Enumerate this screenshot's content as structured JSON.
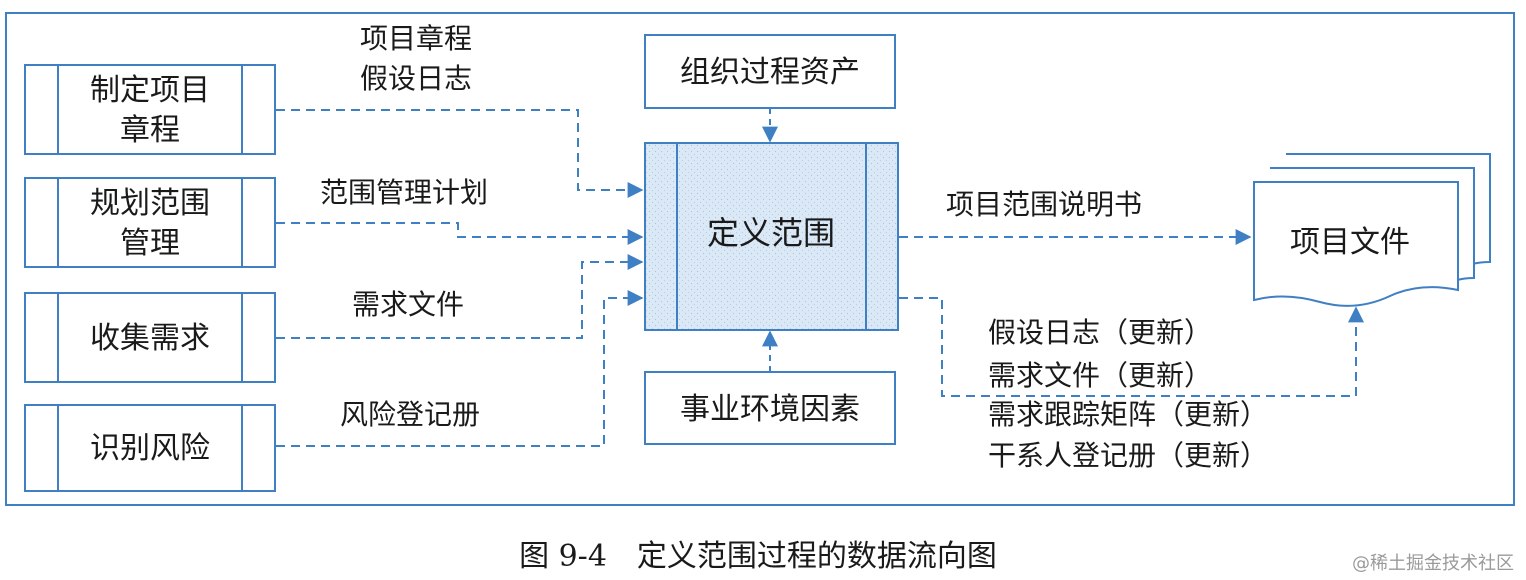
{
  "diagram": {
    "inputs": [
      {
        "label_lines": [
          "制定项目",
          "章程"
        ]
      },
      {
        "label_lines": [
          "规划范围",
          "管理"
        ]
      },
      {
        "label_lines": [
          "收集需求"
        ]
      },
      {
        "label_lines": [
          "识别风险"
        ]
      }
    ],
    "input_flows": [
      {
        "label_lines": [
          "项目章程",
          "假设日志"
        ]
      },
      {
        "label_lines": [
          "范围管理计划"
        ]
      },
      {
        "label_lines": [
          "需求文件"
        ]
      },
      {
        "label_lines": [
          "风险登记册"
        ]
      }
    ],
    "top_input": "组织过程资产",
    "bottom_input": "事业环境因素",
    "process": "定义范围",
    "output_doc": "项目文件",
    "output_flow": "项目范围说明书",
    "update_lines": [
      "假设日志（更新）",
      "需求文件（更新）",
      "需求跟踪矩阵（更新）",
      "干系人登记册（更新）"
    ]
  },
  "caption": "图 9-4　定义范围过程的数据流向图",
  "watermark": "@稀土掘金技术社区",
  "colors": {
    "line": "#3f7fc4",
    "process_fill": "#dbe8f5",
    "text": "#1a1a1a"
  }
}
